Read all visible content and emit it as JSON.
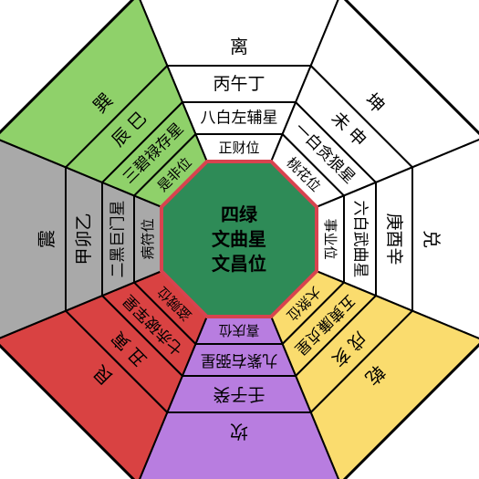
{
  "sectors": [
    {
      "key": "S",
      "color": "#ffffff",
      "texts": [
        "正财位",
        "八白左辅星",
        "丙午丁",
        "离"
      ]
    },
    {
      "key": "SW",
      "color": "#ffffff",
      "texts": [
        "桃花位",
        "一白贪狼星",
        "未 申",
        "坤"
      ]
    },
    {
      "key": "W",
      "color": "#ffffff",
      "texts": [
        "事业位",
        "六白武曲星",
        "庚酉辛",
        "兑"
      ]
    },
    {
      "key": "NW",
      "color": "#fadc6e",
      "texts": [
        "大煞位",
        "五黄廉贞星",
        "戌 亥",
        "乾"
      ]
    },
    {
      "key": "N",
      "color": "#b87de0",
      "texts": [
        "喜庆位",
        "九紫右弼星",
        "壬子癸",
        "坎"
      ]
    },
    {
      "key": "NE",
      "color": "#d94242",
      "texts": [
        "盗贼位",
        "七赤破军星",
        "丑 寅",
        "艮"
      ]
    },
    {
      "key": "E",
      "color": "#a9a9a9",
      "texts": [
        "病符位",
        "二黑巨门星",
        "甲卯乙",
        "震"
      ]
    },
    {
      "key": "SE",
      "color": "#8fd16a",
      "texts": [
        "是非位",
        "三碧禄存星",
        "辰 巳",
        "巽"
      ]
    }
  ],
  "center": {
    "color": "#2e8b57",
    "lines": [
      "四绿",
      "文曲星",
      "文昌位"
    ]
  }
}
